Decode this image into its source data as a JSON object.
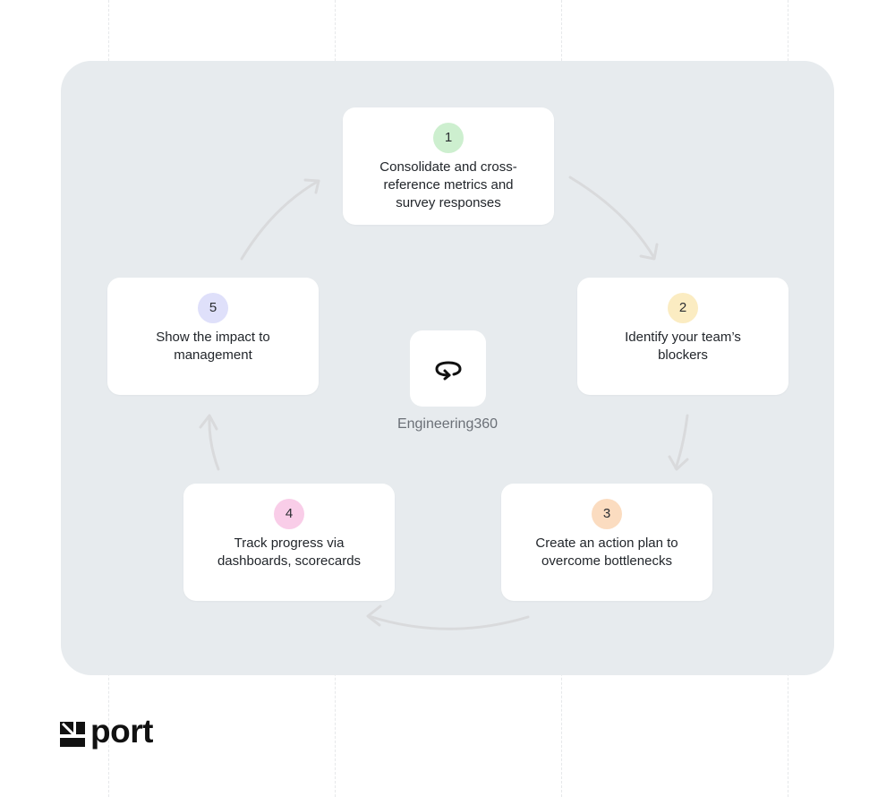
{
  "colors": {
    "panel": "#e7ebee",
    "arrow": "#d9dadc",
    "badge_1": "#cdefcf",
    "badge_2": "#fbecc2",
    "badge_3": "#fbdcc0",
    "badge_4": "#f9cde8",
    "badge_5": "#dfe0fa"
  },
  "steps": [
    {
      "number": "1",
      "text": "Consolidate and cross-\nreference metrics and\nsurvey responses"
    },
    {
      "number": "2",
      "text": "Identify your team’s\nblockers"
    },
    {
      "number": "3",
      "text": "Create an action plan to\novercome bottlenecks"
    },
    {
      "number": "4",
      "text": "Track progress via\ndashboards, scorecards"
    },
    {
      "number": "5",
      "text": "Show the impact to\nmanagement"
    }
  ],
  "center": {
    "icon": "cycle-icon",
    "label": "Engineering360"
  },
  "brand": {
    "icon": "port-logo-icon",
    "name": "port"
  }
}
